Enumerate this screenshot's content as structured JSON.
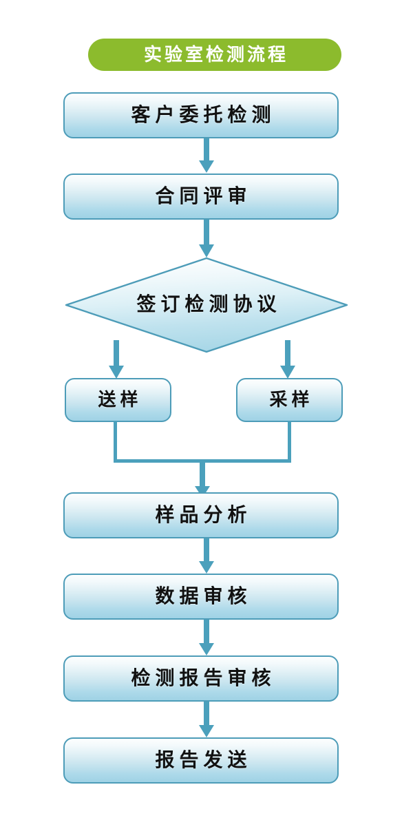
{
  "chart_data": {
    "type": "diagram",
    "title": "实验室检测流程",
    "orientation": "top-to-bottom",
    "nodes": [
      {
        "id": "n1",
        "label": "客户委托检测",
        "shape": "rounded-rect"
      },
      {
        "id": "n2",
        "label": "合同评审",
        "shape": "rounded-rect"
      },
      {
        "id": "n3",
        "label": "签订检测协议",
        "shape": "diamond"
      },
      {
        "id": "n4",
        "label": "送样",
        "shape": "rounded-rect"
      },
      {
        "id": "n5",
        "label": "采样",
        "shape": "rounded-rect"
      },
      {
        "id": "n6",
        "label": "样品分析",
        "shape": "rounded-rect"
      },
      {
        "id": "n7",
        "label": "数据审核",
        "shape": "rounded-rect"
      },
      {
        "id": "n8",
        "label": "检测报告审核",
        "shape": "rounded-rect"
      },
      {
        "id": "n9",
        "label": "报告发送",
        "shape": "rounded-rect"
      }
    ],
    "edges": [
      {
        "from": "n1",
        "to": "n2",
        "style": "arrow"
      },
      {
        "from": "n2",
        "to": "n3",
        "style": "arrow"
      },
      {
        "from": "n3",
        "to": "n4",
        "style": "arrow"
      },
      {
        "from": "n3",
        "to": "n5",
        "style": "arrow"
      },
      {
        "from": "n4",
        "to": "n6",
        "style": "merge-line"
      },
      {
        "from": "n5",
        "to": "n6",
        "style": "merge-line"
      },
      {
        "from": "n6",
        "to": "n7",
        "style": "arrow"
      },
      {
        "from": "n7",
        "to": "n8",
        "style": "arrow"
      },
      {
        "from": "n8",
        "to": "n9",
        "style": "arrow"
      }
    ]
  },
  "banner": {
    "title": "实验室检测流程",
    "color": "#8cbb2d",
    "text_color": "#ffffff"
  },
  "theme": {
    "box_border": "#4d9cb8",
    "box_fill_top": "#fdfefe",
    "box_fill_bottom": "#9fd2e5",
    "connector": "#4ba0bc",
    "background": "#ffffff",
    "label_color": "#111111"
  },
  "nodes": {
    "n1": {
      "label": "客户委托检测"
    },
    "n2": {
      "label": "合同评审"
    },
    "n3": {
      "label": "签订检测协议"
    },
    "n4": {
      "label": "送样"
    },
    "n5": {
      "label": "采样"
    },
    "n6": {
      "label": "样品分析"
    },
    "n7": {
      "label": "数据审核"
    },
    "n8": {
      "label": "检测报告审核"
    },
    "n9": {
      "label": "报告发送"
    }
  }
}
